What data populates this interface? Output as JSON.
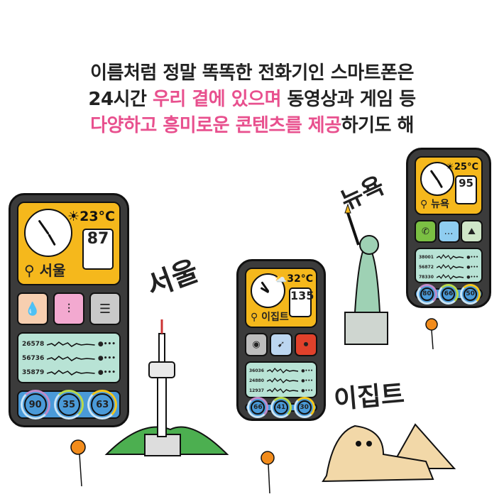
{
  "headline": {
    "line1": "이름처럼 정말 똑똑한 전화기인 스마트폰은",
    "line2_a": "24시간 ",
    "line2_pink": "우리 곁에 있으며",
    "line2_b": " 동영상과 게임 등",
    "line3_pink": "다양하고 흥미로운 콘텐츠를 제공",
    "line3_b": "하기도 해"
  },
  "colors": {
    "accent_pink": "#e8508e",
    "weather_bg": "#f5b81c",
    "stats_bg": "#b8e3d5",
    "rings_bg": "#4a9ad8",
    "phone_body": "#3b3b3b"
  },
  "phones": [
    {
      "id": "seoul",
      "weather_icon": "sun-icon",
      "temp": "23°C",
      "badge": "87",
      "location": "서울",
      "apps": [
        {
          "icon": "drop-icon",
          "bg": "#f7cfb0"
        },
        {
          "icon": "equalizer-icon",
          "bg": "#f3a9d0"
        },
        {
          "icon": "sliders-icon",
          "bg": "#c9c9c9"
        }
      ],
      "stats": [
        "26578",
        "56736",
        "35879"
      ],
      "rings": [
        {
          "value": "90",
          "color": "#c08ac8"
        },
        {
          "value": "35",
          "color": "#b8d94a"
        },
        {
          "value": "63",
          "color": "#f5c71c"
        }
      ]
    },
    {
      "id": "egypt",
      "weather_icon": "partly-cloudy-icon",
      "temp": "32°C",
      "badge": "135",
      "location": "이집트",
      "apps": [
        {
          "icon": "camera-icon",
          "bg": "#bdbdbd"
        },
        {
          "icon": "compass-icon",
          "bg": "#bcd6f0"
        },
        {
          "icon": "record-icon",
          "bg": "#e0412b"
        }
      ],
      "stats": [
        "36036",
        "24880",
        "12937"
      ],
      "rings": [
        {
          "value": "66",
          "color": "#c08ac8"
        },
        {
          "value": "41",
          "color": "#b8d94a"
        },
        {
          "value": "30",
          "color": "#f5c71c"
        }
      ]
    },
    {
      "id": "newyork",
      "weather_icon": "sun-icon",
      "temp": "25°C",
      "badge": "95",
      "location": "뉴욕",
      "apps": [
        {
          "icon": "phone-call-icon",
          "bg": "#7bc043"
        },
        {
          "icon": "chat-icon",
          "bg": "#8fcdf0"
        },
        {
          "icon": "image-icon",
          "bg": "#cfe6c8"
        }
      ],
      "stats": [
        "38001",
        "56872",
        "78330"
      ],
      "rings": [
        {
          "value": "80",
          "color": "#c08ac8"
        },
        {
          "value": "66",
          "color": "#b8d94a"
        },
        {
          "value": "50",
          "color": "#f5c71c"
        }
      ]
    }
  ],
  "city_labels": {
    "seoul": "서울",
    "newyork": "뉴욕",
    "egypt": "이집트"
  }
}
